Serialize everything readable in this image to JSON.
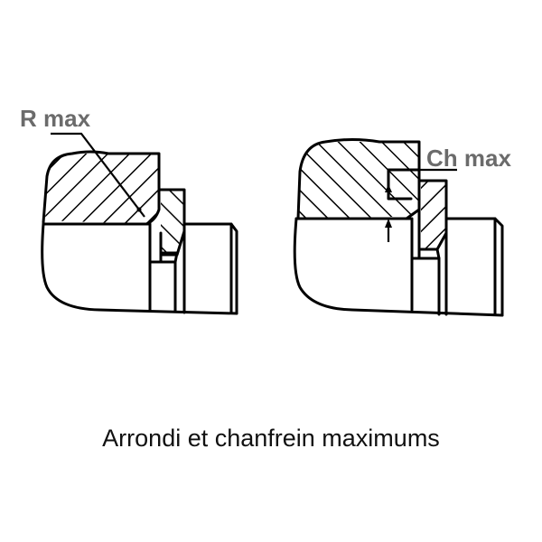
{
  "figure": {
    "caption": "Arrondi et chanfrein maximums",
    "left_diagram": {
      "label": "R max",
      "description": "Bearing ring seated against shaft shoulder with maximum fillet radius"
    },
    "right_diagram": {
      "label": "Ch max",
      "description": "Bearing ring seated against shaft shoulder with maximum chamfer"
    },
    "colors": {
      "line": "#000000",
      "label_text": "#6b6b6b",
      "caption_text": "#111111",
      "background": "#ffffff"
    }
  }
}
